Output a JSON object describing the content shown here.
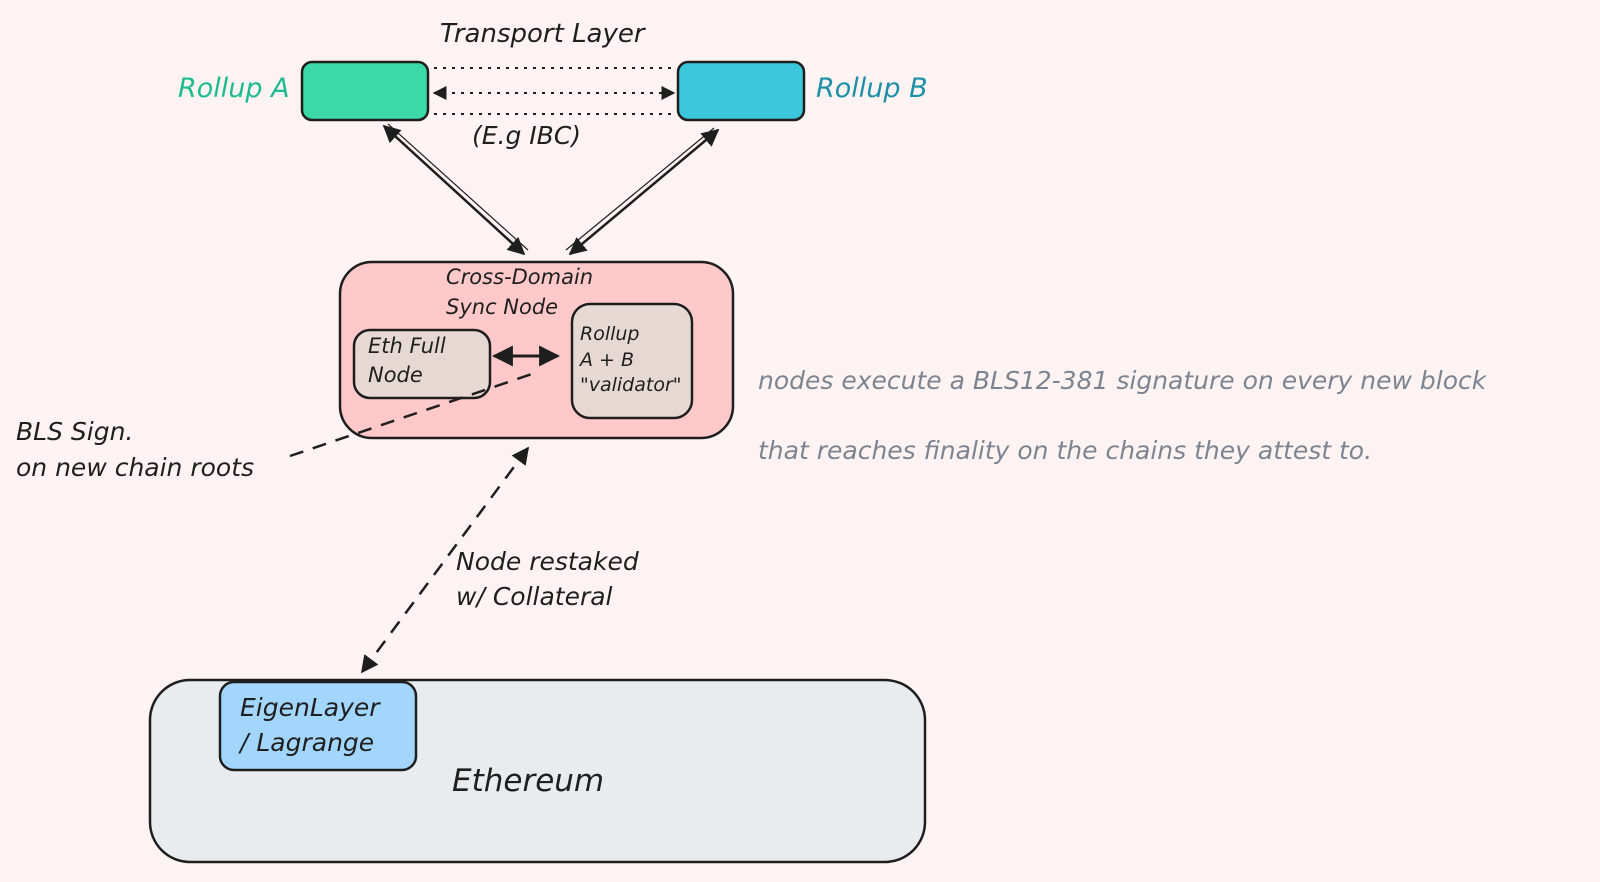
{
  "labels": {
    "transport_layer": "Transport Layer",
    "transport_example": "(E.g IBC)",
    "rollup_a": "Rollup A",
    "rollup_b": "Rollup B",
    "cross_domain_line1": "Cross-Domain",
    "cross_domain_line2": "Sync Node",
    "eth_full_node_line1": "Eth Full",
    "eth_full_node_line2": "Node",
    "validator_line1": "Rollup",
    "validator_line2": "A + B",
    "validator_line3": "\"validator\"",
    "note_line1": "nodes execute a BLS12-381 signature on every new block",
    "note_line2": "that reaches finality on the chains they attest to.",
    "bls_line1": "BLS Sign.",
    "bls_line2": "on new chain roots",
    "restaked_line1": "Node restaked",
    "restaked_line2": "w/ Collateral",
    "eigen_line1": "EigenLayer",
    "eigen_line2": "/ Lagrange",
    "ethereum": "Ethereum"
  },
  "colors": {
    "background": "#fdf3f2",
    "rollup_a_fill": "#3bd9a6",
    "rollup_b_fill": "#3cc8dc",
    "rollup_a_text": "#1dbb8f",
    "rollup_b_text": "#1d8fa6",
    "sync_node_fill": "#ffc9c9",
    "inner_node_fill": "#e6d8d2",
    "eigen_fill": "#a3d6fd",
    "ethereum_fill": "#e8ecef",
    "note_text": "#7d8491",
    "stroke": "#1e1e1e"
  }
}
